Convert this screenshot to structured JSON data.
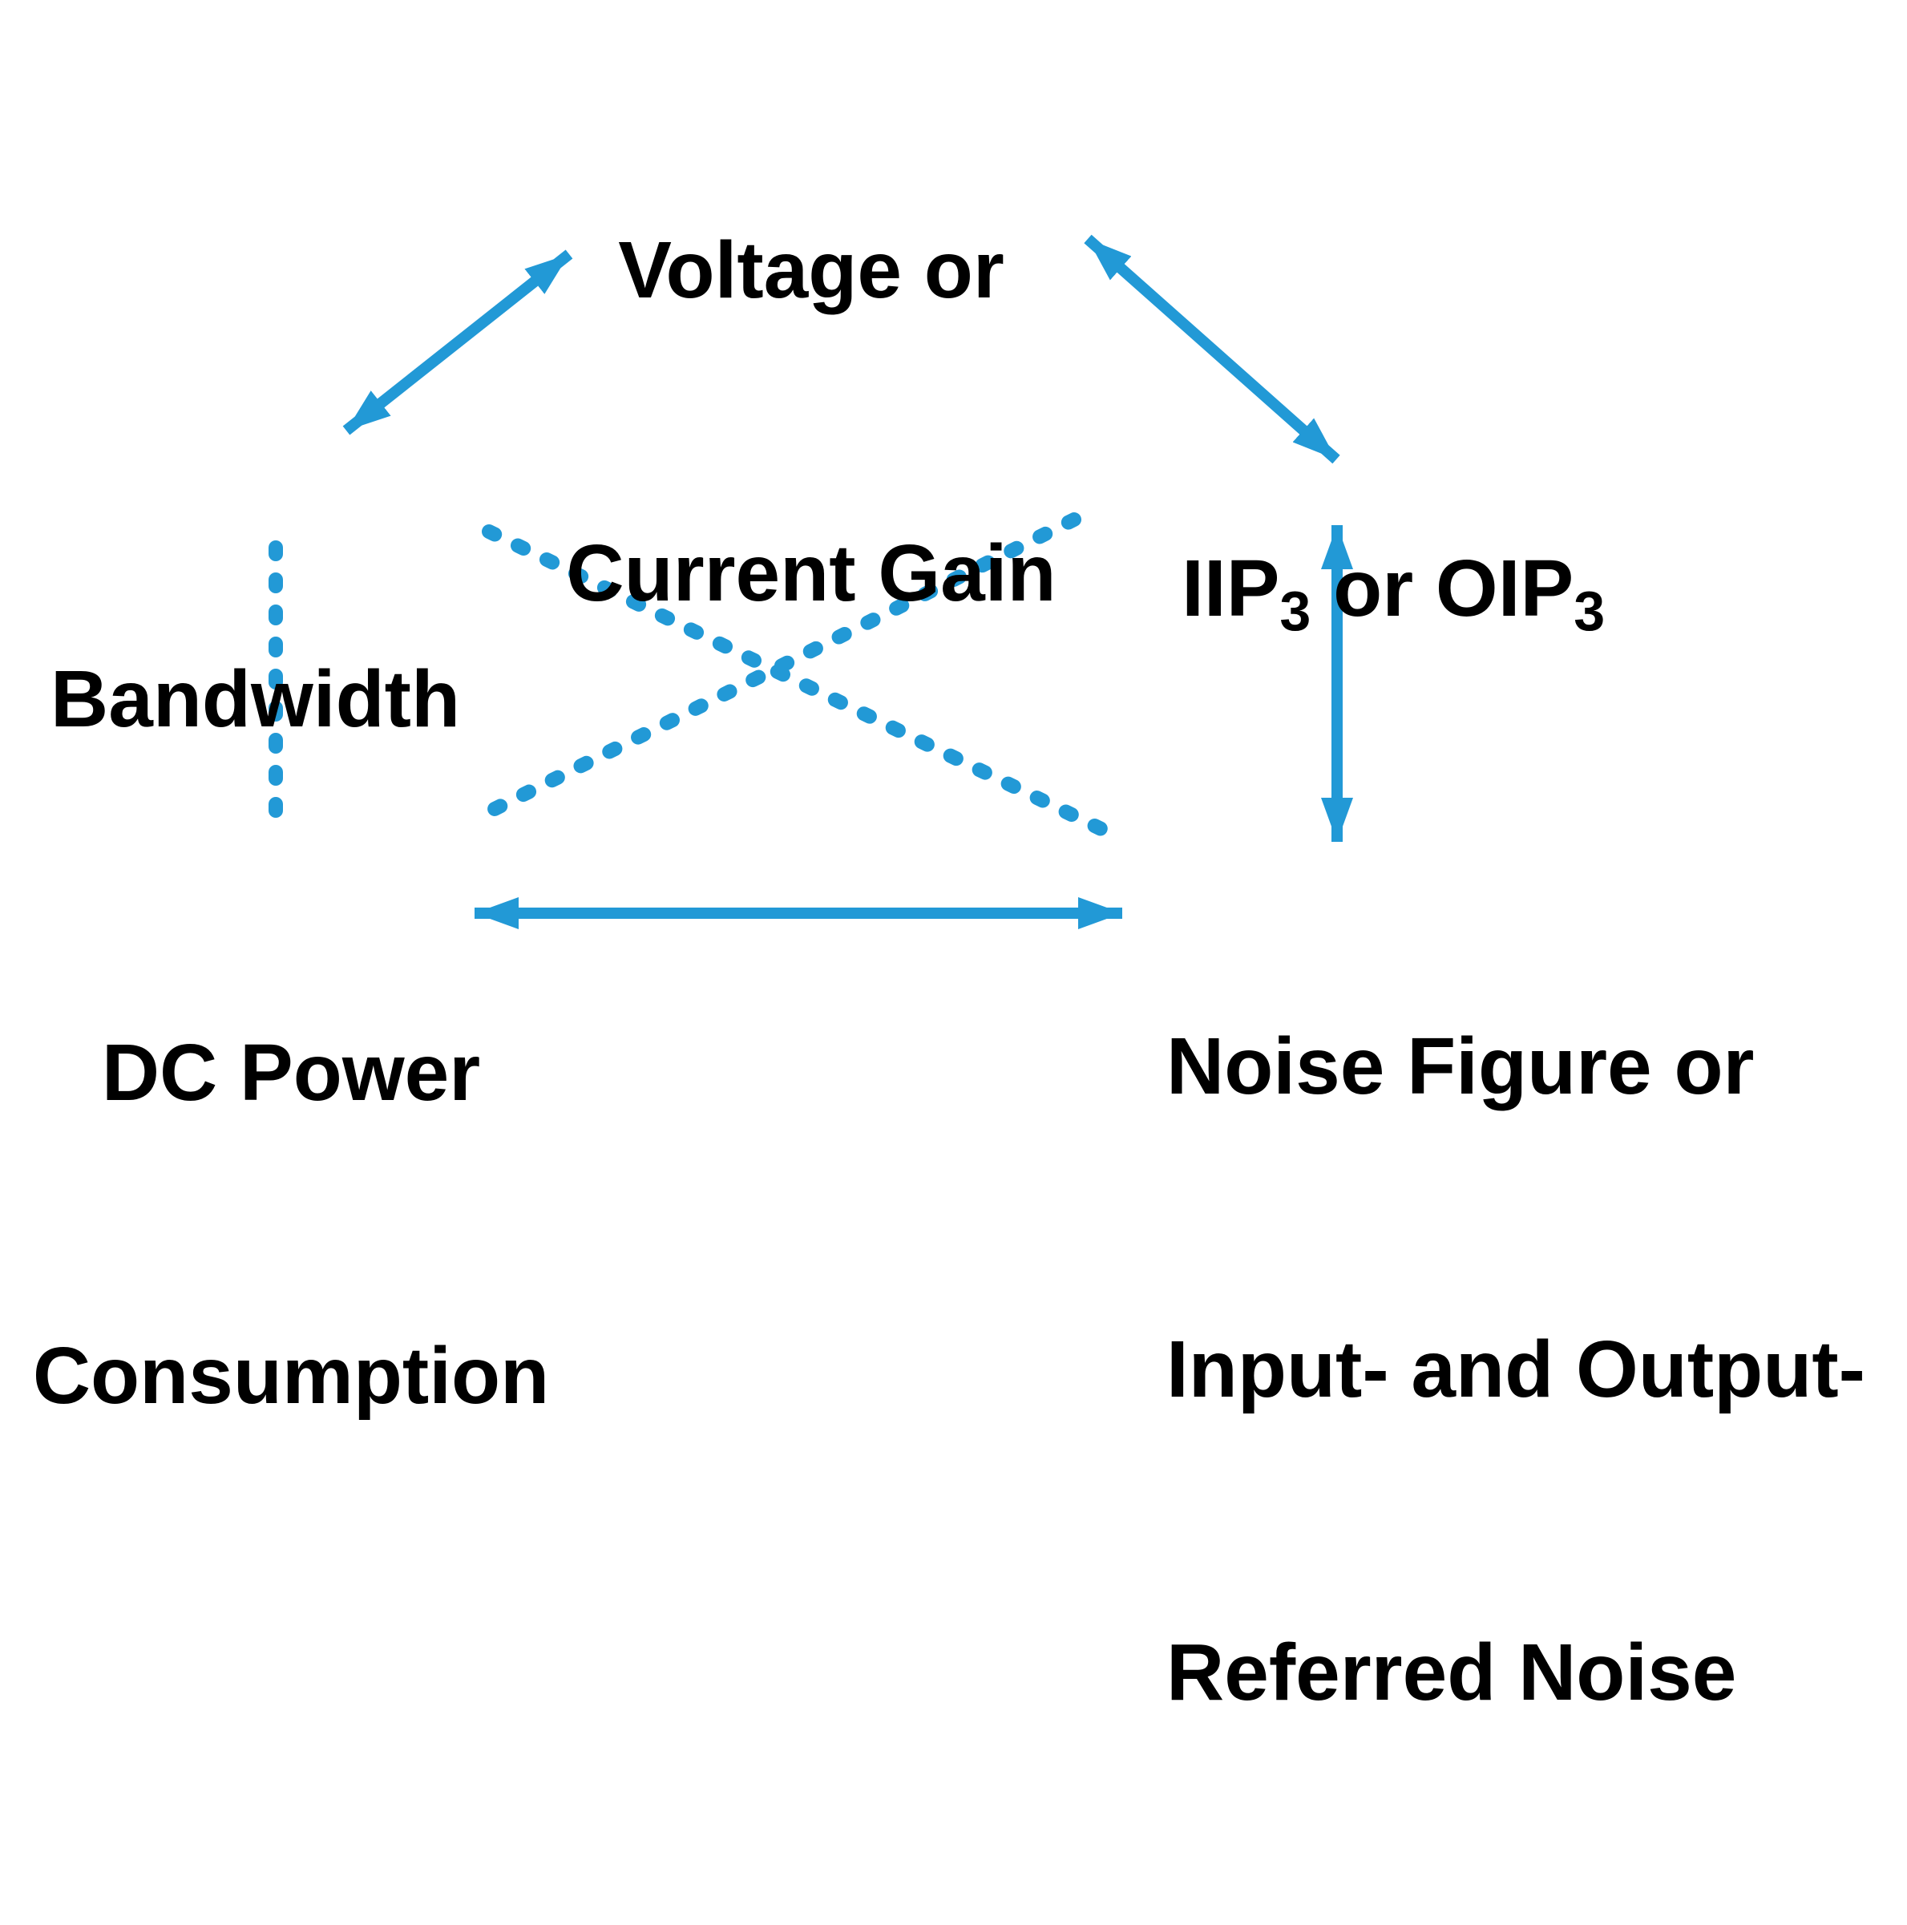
{
  "figure": {
    "type": "tradeoff-diagram",
    "background_color": "#FFFFFF",
    "accent_color": "#2299D6",
    "text_color": "#000000"
  },
  "nodes": {
    "gain": {
      "line1": "Voltage or",
      "line2": "Current Gain"
    },
    "bandwidth": {
      "label": "Bandwidth"
    },
    "iip3": {
      "base1": "IIP",
      "sub1": "3",
      "mid": " or OIP",
      "sub2": "3"
    },
    "dc_power": {
      "line1": "DC Power",
      "line2": "Consumption"
    },
    "noise": {
      "line1": "Noise Figure or",
      "line2": "Input- and Output-",
      "line3": "Referred Noise"
    }
  },
  "relationships": [
    {
      "from": "Voltage or Current Gain",
      "to": "Bandwidth",
      "style": "solid-double-arrow"
    },
    {
      "from": "Voltage or Current Gain",
      "to": "IIP3 or OIP3",
      "style": "solid-double-arrow"
    },
    {
      "from": "IIP3 or OIP3",
      "to": "Noise Figure or Input- and Output-Referred Noise",
      "style": "solid-double-arrow"
    },
    {
      "from": "DC Power Consumption",
      "to": "Noise Figure or Input- and Output-Referred Noise",
      "style": "solid-double-arrow"
    },
    {
      "from": "Bandwidth",
      "to": "DC Power Consumption",
      "style": "dashed-line"
    },
    {
      "from": "Bandwidth",
      "to": "Noise Figure or Input- and Output-Referred Noise",
      "style": "dashed-line"
    },
    {
      "from": "IIP3 or OIP3",
      "to": "DC Power Consumption",
      "style": "dashed-line"
    }
  ]
}
